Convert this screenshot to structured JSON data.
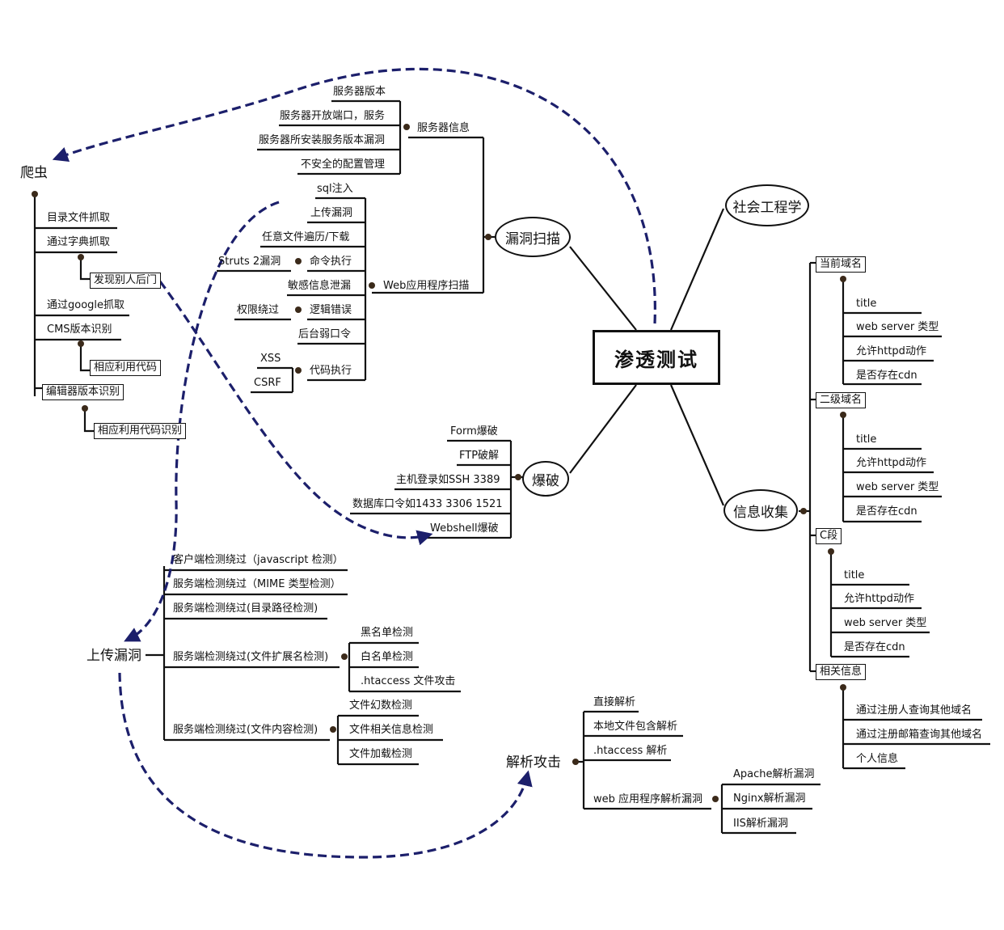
{
  "root": "渗透测试",
  "social": "社会工程学",
  "vuln_scan": {
    "label": "漏洞扫描",
    "server_info": {
      "label": "服务器信息",
      "items": [
        "服务器版本",
        "服务器开放端口，服务",
        "服务器所安装服务版本漏洞",
        "不安全的配置管理"
      ]
    },
    "web_scan": {
      "label": "Web应用程序扫描",
      "sql": "sql注入",
      "upload": "上传漏洞",
      "traversal": "任意文件遍历/下载",
      "cmd": "命令执行",
      "struts": "Struts 2漏洞",
      "leak": "敏感信息泄漏",
      "logic": "逻辑错误",
      "auth_bypass": "权限绕过",
      "weak_pass": "后台弱口令",
      "code_exec": "代码执行",
      "xss": "XSS",
      "csrf": "CSRF"
    }
  },
  "brute": {
    "label": "爆破",
    "items": [
      "Form爆破",
      "FTP破解",
      "主机登录如SSH 3389",
      "数据库口令如1433 3306 1521",
      "Webshell爆破"
    ]
  },
  "info": {
    "label": "信息收集",
    "current_domain": {
      "label": "当前域名",
      "items": [
        "title",
        "web server 类型",
        "允许httpd动作",
        "是否存在cdn"
      ]
    },
    "sub_domain": {
      "label": "二级域名",
      "items": [
        "title",
        "允许httpd动作",
        "web server 类型",
        "是否存在cdn"
      ]
    },
    "c_segment": {
      "label": "C段",
      "items": [
        "title",
        "允许httpd动作",
        "web server 类型",
        "是否存在cdn"
      ]
    },
    "related": {
      "label": "相关信息",
      "items": [
        "通过注册人查询其他域名",
        "通过注册邮箱查询其他域名",
        "个人信息"
      ]
    }
  },
  "crawler": {
    "label": "爬虫",
    "dir": "目录文件抓取",
    "dict": "通过字典抓取",
    "backdoor": "发现别人后门",
    "google": "通过google抓取",
    "cms": "CMS版本识别",
    "cms_code": "相应利用代码",
    "editor": "编辑器版本识别",
    "editor_code": "相应利用代码识别"
  },
  "upload_vuln": {
    "label": "上传漏洞",
    "client": "客户端检测绕过（javascript 检测）",
    "mime": "服务端检测绕过（MIME 类型检测）",
    "path": "服务端检测绕过(目录路径检测)",
    "ext": {
      "label": "服务端检测绕过(文件扩展名检测)",
      "items": [
        "黑名单检测",
        "白名单检测",
        ".htaccess 文件攻击"
      ]
    },
    "content": {
      "label": "服务端检测绕过(文件内容检测)",
      "items": [
        "文件幻数检测",
        "文件相关信息检测",
        "文件加载检测"
      ]
    }
  },
  "parse": {
    "label": "解析攻击",
    "items": [
      "直接解析",
      "本地文件包含解析",
      ".htaccess 解析"
    ],
    "web_parse": {
      "label": "web 应用程序解析漏洞",
      "items": [
        "Apache解析漏洞",
        "Nginx解析漏洞",
        "IIS解析漏洞"
      ]
    }
  }
}
